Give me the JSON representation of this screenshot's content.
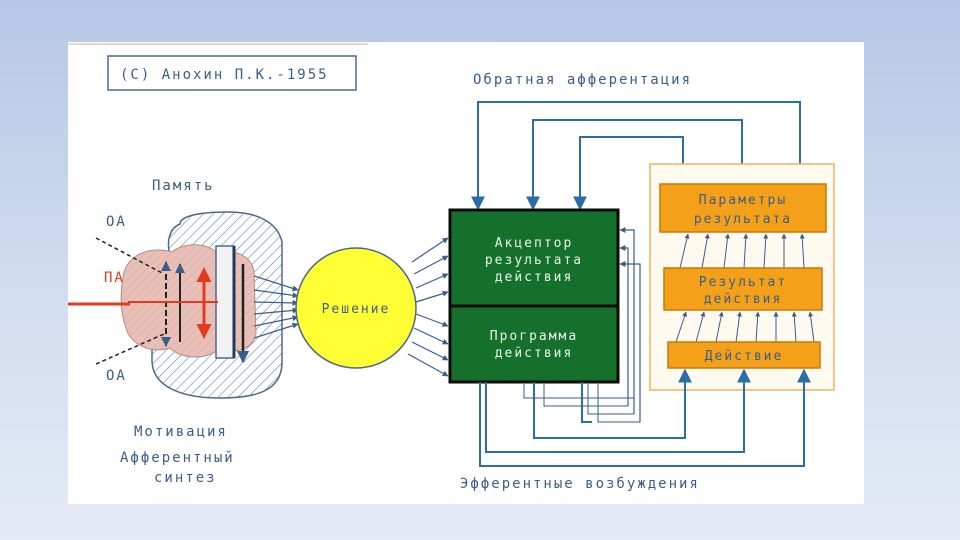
{
  "diagram": {
    "copyright": "(С) Анохин П.К.-1955",
    "labels": {
      "feedback": "Обратная афферентация",
      "memory": "Память",
      "oa_top": "ОА",
      "pa": "ПА",
      "oa_bottom": "ОА",
      "motivation": "Мотивация",
      "synthesis_line1": "Афферентный",
      "synthesis_line2": "синтез",
      "efferent": "Эфферентные возбуждения",
      "decision": "Решение",
      "acceptor_line1": "Акцептор",
      "acceptor_line2": "результата",
      "acceptor_line3": "действия",
      "program_line1": "Программа",
      "program_line2": "действия",
      "params_line1": "Параметры",
      "params_line2": "результата",
      "result_line1": "Результат",
      "result_line2": "действия",
      "action": "Действие"
    },
    "colors": {
      "ink": "#3a5e8a",
      "arrow": "#2b6ea6",
      "green_box": "#15702c",
      "orange_box": "#f5a019",
      "decision_fill": "#ffff33",
      "pa_red": "#e23b22",
      "cloud_pink": "#e9c0b8",
      "hatch": "#6a90b6"
    }
  }
}
